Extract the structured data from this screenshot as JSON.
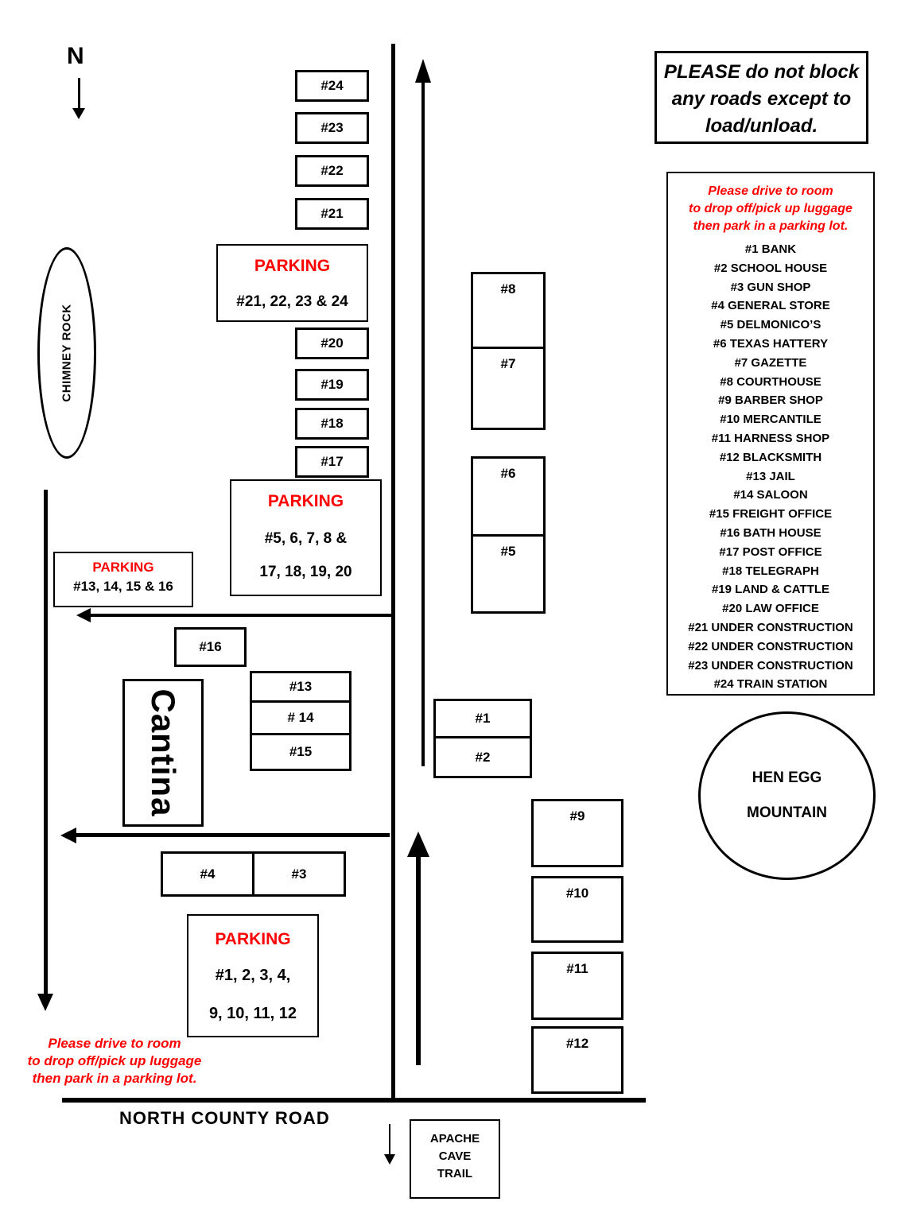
{
  "compass": {
    "label": "N"
  },
  "notice": {
    "lines": [
      "PLEASE do not block",
      "any roads except to",
      "load/unload."
    ]
  },
  "legend": {
    "note_lines": [
      "Please drive to room",
      "to drop off/pick up luggage",
      "then park in a parking lot."
    ],
    "entries": [
      "#1 BANK",
      "#2 SCHOOL HOUSE",
      "#3 GUN SHOP",
      "#4 GENERAL STORE",
      "#5 DELMONICO’S",
      "#6 TEXAS HATTERY",
      "#7 GAZETTE",
      "#8 COURTHOUSE",
      "#9 BARBER SHOP",
      "#10 MERCANTILE",
      "#11 HARNESS SHOP",
      "#12 BLACKSMITH",
      "#13 JAIL",
      "#14 SALOON",
      "#15 FREIGHT OFFICE",
      "#16 BATH HOUSE",
      "#17 POST OFFICE",
      "#18 TELEGRAPH",
      "#19 LAND & CATTLE",
      "#20 LAW OFFICE",
      "#21 UNDER CONSTRUCTION",
      "#22 UNDER CONSTRUCTION",
      "#23 UNDER CONSTRUCTION",
      "#24 TRAIN STATION"
    ]
  },
  "buildings": {
    "b1": "#1",
    "b2": "#2",
    "b3": "#3",
    "b4": "#4",
    "b5": "#5",
    "b6": "#6",
    "b7": "#7",
    "b8": "#8",
    "b9": "#9",
    "b10": "#10",
    "b11": "#11",
    "b12": "#12",
    "b13": "#13",
    "b14": "# 14",
    "b15": "#15",
    "b16": "#16",
    "b17": "#17",
    "b18": "#18",
    "b19": "#19",
    "b20": "#20",
    "b21": "#21",
    "b22": "#22",
    "b23": "#23",
    "b24": "#24"
  },
  "parking": {
    "p21_24": {
      "title": "PARKING",
      "lines": [
        "#21, 22, 23 & 24"
      ]
    },
    "p5_20": {
      "title": "PARKING",
      "lines": [
        "#5, 6, 7, 8 &",
        "17, 18, 19, 20"
      ]
    },
    "p13_16": {
      "title": "PARKING",
      "lines": [
        "#13, 14, 15 & 16"
      ]
    },
    "p1_12": {
      "title": "PARKING",
      "lines": [
        "#1, 2, 3, 4,",
        "9, 10, 11, 12"
      ]
    }
  },
  "landmarks": {
    "chimney_rock": "CHIMNEY ROCK",
    "cantina": "Cantina",
    "hen_egg_lines": [
      "HEN EGG",
      "MOUNTAIN"
    ]
  },
  "roads": {
    "north_county": "NORTH COUNTY ROAD",
    "apache_trail_lines": [
      "APACHE",
      "CAVE",
      "TRAIL"
    ]
  },
  "bottom_note": {
    "lines": [
      "Please drive to room",
      "to drop off/pick up luggage",
      "then park in a parking lot."
    ]
  },
  "colors": {
    "accent_red": "#FF0000",
    "ink": "#000000",
    "background": "#FFFFFF"
  }
}
